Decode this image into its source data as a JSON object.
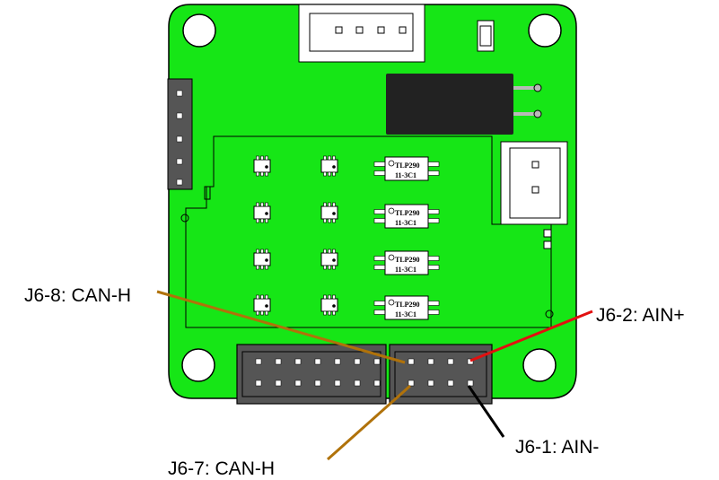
{
  "colors": {
    "pcb": "#16e616",
    "outline": "#000000",
    "hole": "#ffffff",
    "connector": "#555555",
    "header_pin": "#ffffff",
    "inductor": "#222222",
    "pin_metal": "#b9b9b9",
    "callout_can": "#b0720a",
    "callout_ain_plus": "#e21010",
    "callout_ain_minus": "#000000"
  },
  "optocouplers": [
    {
      "line1": "TLP290",
      "line2": "11-3C1"
    },
    {
      "line1": "TLP290",
      "line2": "11-3C1"
    },
    {
      "line1": "TLP290",
      "line2": "11-3C1"
    },
    {
      "line1": "TLP290",
      "line2": "11-3C1"
    }
  ],
  "callouts": {
    "can_h_8": "J6-8: CAN-H",
    "can_h_7": "J6-7: CAN-H",
    "ain_plus": "J6-2: AIN+",
    "ain_minus": "J6-1: AIN-"
  }
}
